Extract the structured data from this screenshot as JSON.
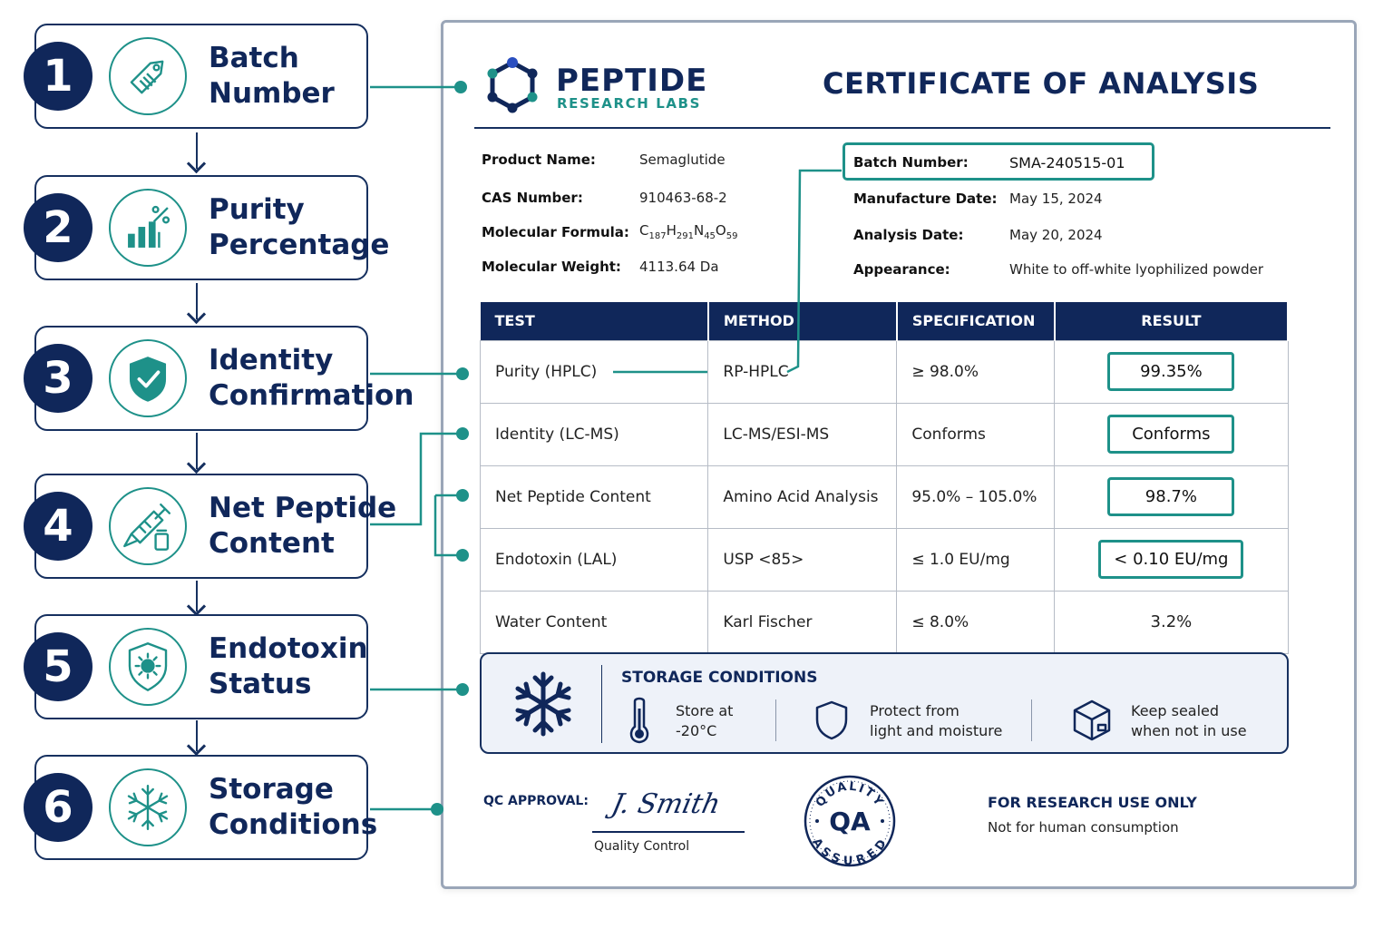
{
  "steps": [
    {
      "num": "1",
      "line1": "Batch",
      "line2": "Number",
      "icon": "tag-icon"
    },
    {
      "num": "2",
      "line1": "Purity",
      "line2": "Percentage",
      "icon": "percent-chart-icon"
    },
    {
      "num": "3",
      "line1": "Identity",
      "line2": "Confirmation",
      "icon": "shield-check-icon"
    },
    {
      "num": "4",
      "line1": "Net Peptide",
      "line2": "Content",
      "icon": "syringe-vial-icon"
    },
    {
      "num": "5",
      "line1": "Endotoxin",
      "line2": "Status",
      "icon": "shield-bacteria-icon"
    },
    {
      "num": "6",
      "line1": "Storage",
      "line2": "Conditions",
      "icon": "snowflake-icon"
    }
  ],
  "header": {
    "logo_name": "PEPTIDE",
    "logo_sub": "RESEARCH LABS",
    "title": "CERTIFICATE OF ANALYSIS"
  },
  "info_left": [
    {
      "label": "Product Name:",
      "value": "Semaglutide"
    },
    {
      "label": "CAS Number:",
      "value": "910463-68-2"
    },
    {
      "label": "Molecular Formula:",
      "value": "C187H291N45O59"
    },
    {
      "label": "Molecular Weight:",
      "value": "4113.64 Da"
    }
  ],
  "formula_parts": [
    "C",
    "187",
    "H",
    "291",
    "N",
    "45",
    "O",
    "59"
  ],
  "info_right": [
    {
      "label": "Batch Number:",
      "value": "SMA-240515-01"
    },
    {
      "label": "Manufacture Date:",
      "value": "May 15, 2024"
    },
    {
      "label": "Analysis Date:",
      "value": "May 20, 2024"
    },
    {
      "label": "Appearance:",
      "value": "White to off-white lyophilized powder"
    }
  ],
  "table": {
    "headers": [
      "TEST",
      "METHOD",
      "SPECIFICATION",
      "RESULT"
    ],
    "rows": [
      {
        "test": "Purity (HPLC)",
        "method": "RP-HPLC",
        "spec": "≥ 98.0%",
        "result": "99.35%"
      },
      {
        "test": "Identity (LC-MS)",
        "method": "LC-MS/ESI-MS",
        "spec": "Conforms",
        "result": "Conforms"
      },
      {
        "test": "Net Peptide Content",
        "method": "Amino Acid Analysis",
        "spec": "95.0% – 105.0%",
        "result": "98.7%"
      },
      {
        "test": "Endotoxin (LAL)",
        "method": "USP <85>",
        "spec": "≤ 1.0 EU/mg",
        "result": "< 0.10 EU/mg"
      },
      {
        "test": "Water Content",
        "method": "Karl Fischer",
        "spec": "≤ 8.0%",
        "result": "3.2%"
      }
    ]
  },
  "storage": {
    "title": "STORAGE CONDITIONS",
    "items": [
      {
        "line1": "Store at",
        "line2": "-20°C",
        "icon": "thermometer-icon"
      },
      {
        "line1": "Protect from",
        "line2": "light and moisture",
        "icon": "shield-icon"
      },
      {
        "line1": "Keep sealed",
        "line2": "when not in use",
        "icon": "box-icon"
      }
    ]
  },
  "footer": {
    "qc_label": "QC APPROVAL:",
    "signature": "J. Smith",
    "signer_role": "Quality Control",
    "seal_top": "QUALITY",
    "seal_center": "QA",
    "seal_bottom": "ASSURED",
    "notice_title": "FOR RESEARCH USE ONLY",
    "notice_sub": "Not for human consumption"
  },
  "colors": {
    "navy": "#10275a",
    "teal": "#1e9189",
    "border": "#9aa6b8"
  }
}
